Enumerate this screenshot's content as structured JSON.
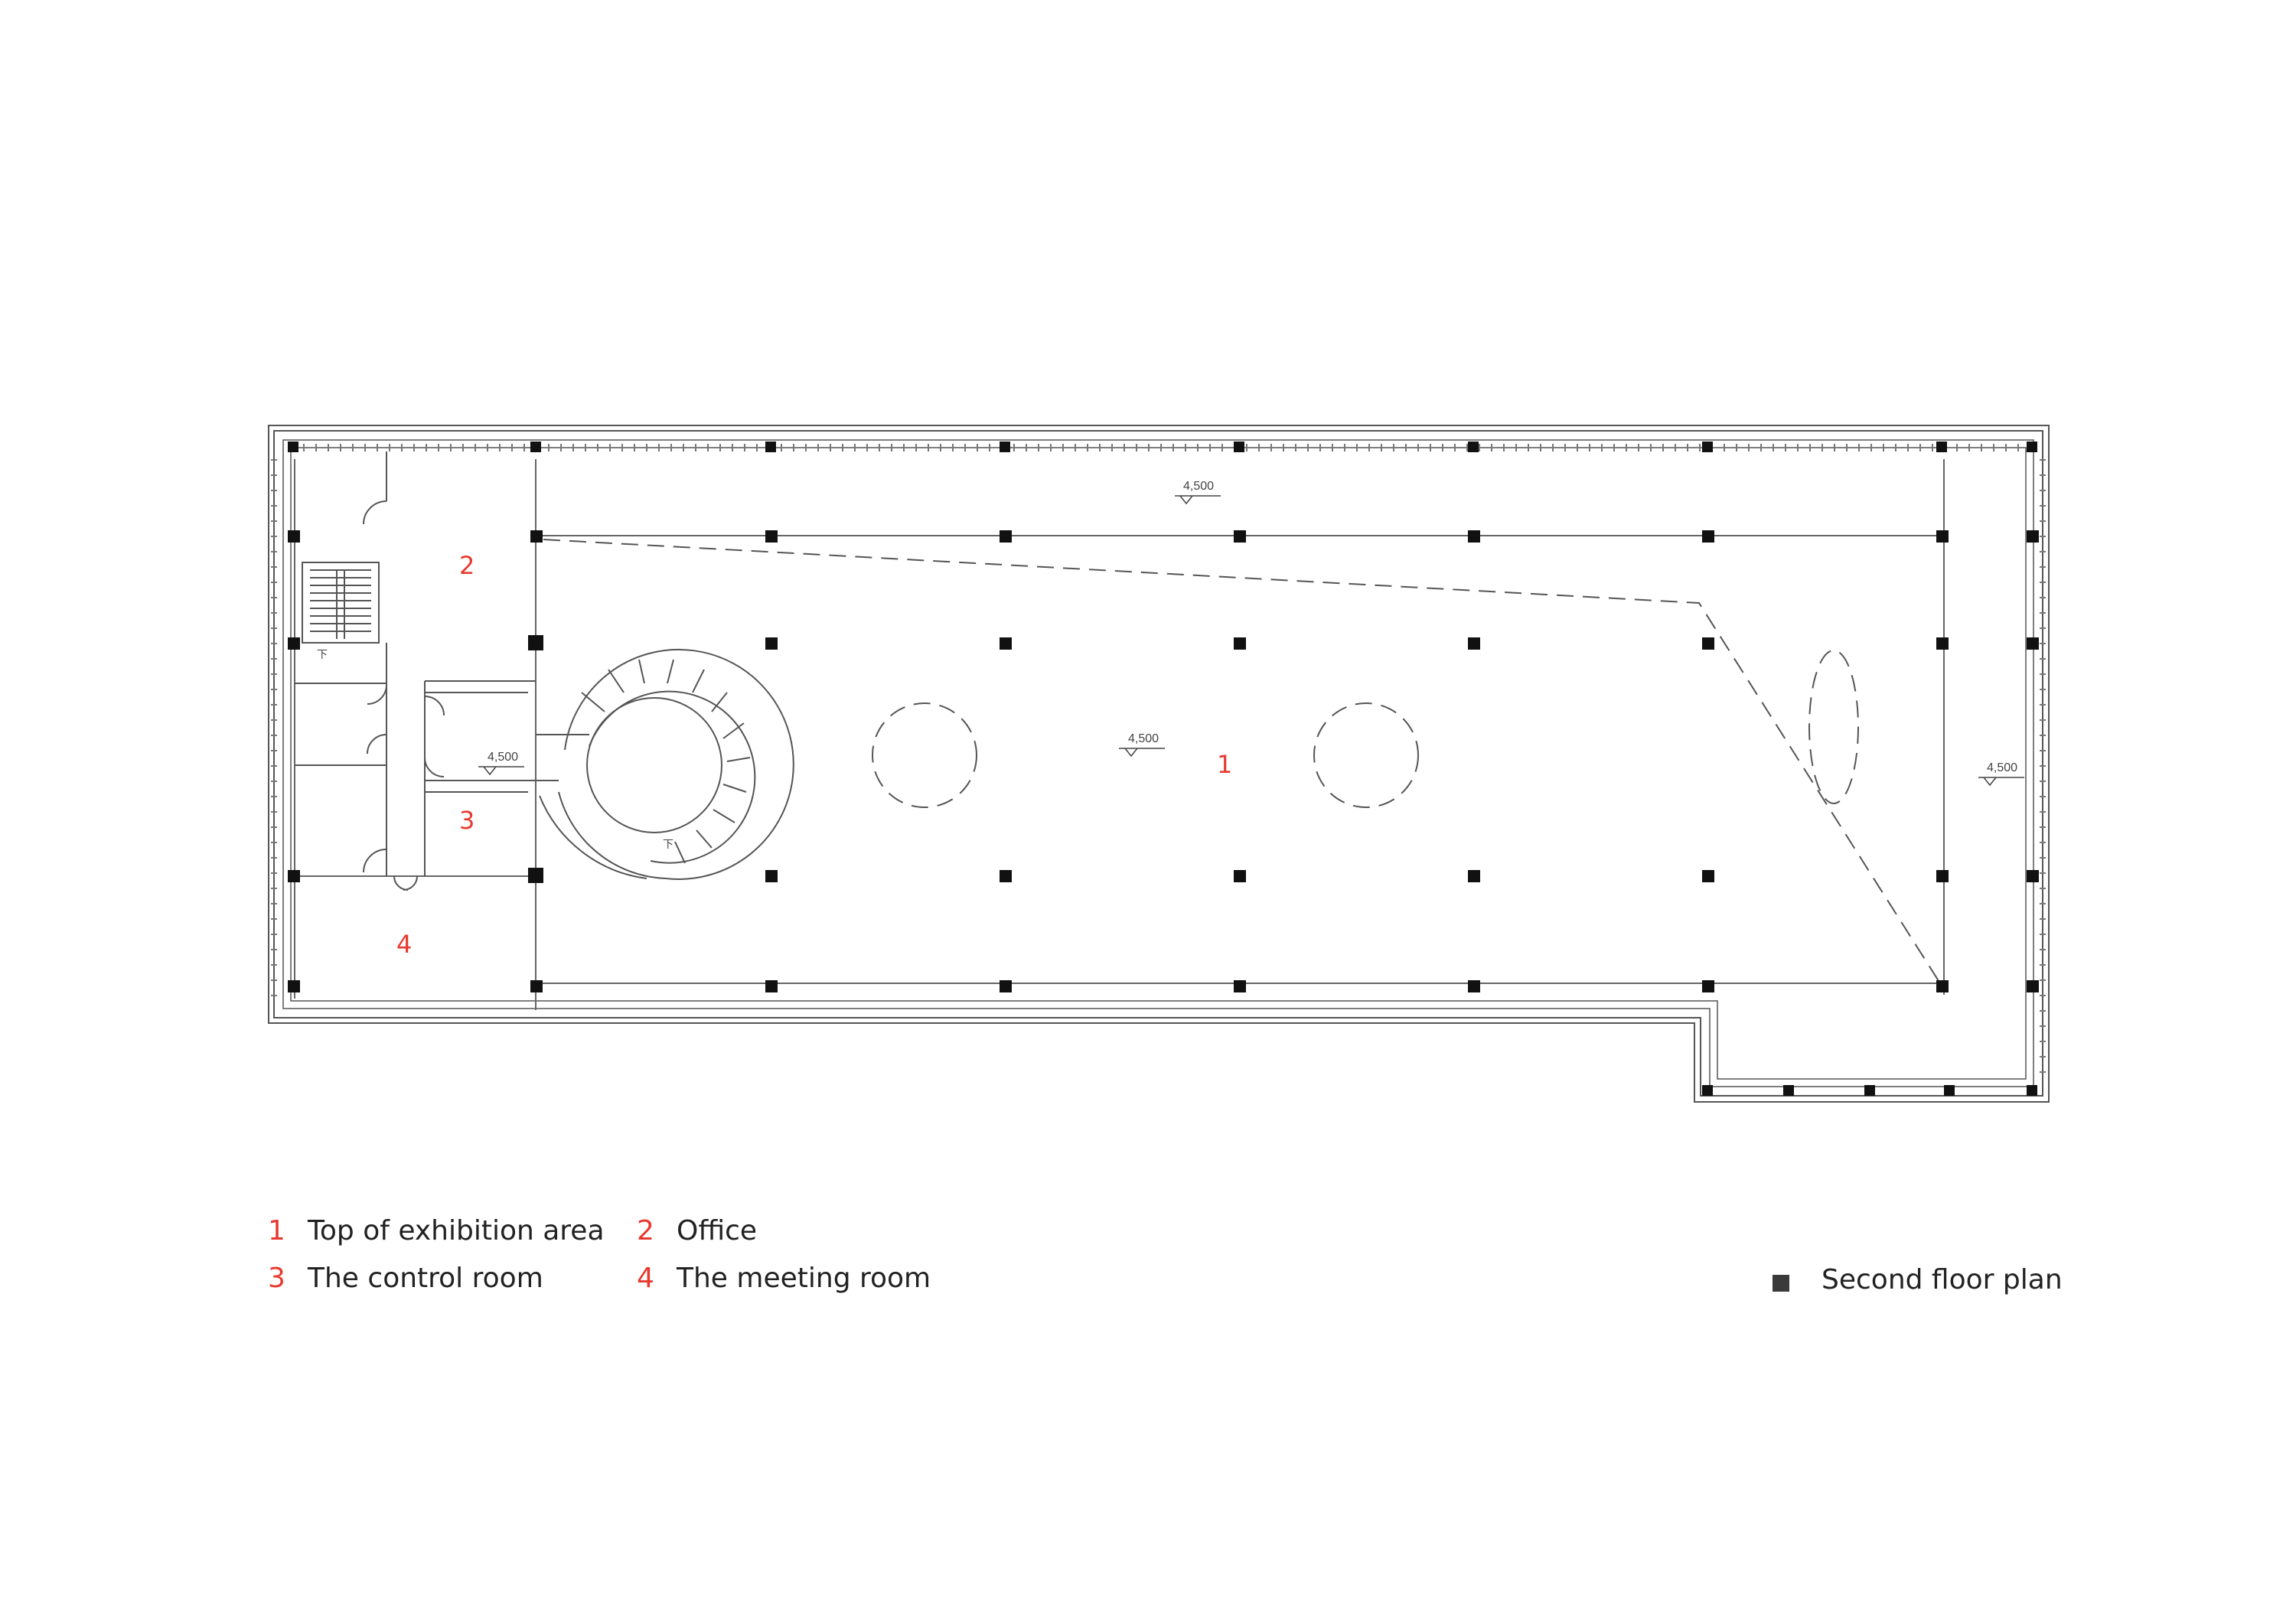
{
  "plan": {
    "room_labels": [
      "1",
      "2",
      "3",
      "4"
    ],
    "level_marks": [
      "4,500",
      "4,500",
      "4,500",
      "4,500"
    ],
    "stair_marks": [
      "下",
      "下"
    ]
  },
  "legend": [
    {
      "num": "1",
      "label": "Top of exhibition area"
    },
    {
      "num": "2",
      "label": "Office"
    },
    {
      "num": "3",
      "label": "The control room"
    },
    {
      "num": "4",
      "label": "The meeting room"
    }
  ],
  "title": "Second floor plan",
  "colors": {
    "accent": "#e8392f",
    "line": "#555555",
    "column": "#111111",
    "swatch": "#3a3a3a"
  }
}
